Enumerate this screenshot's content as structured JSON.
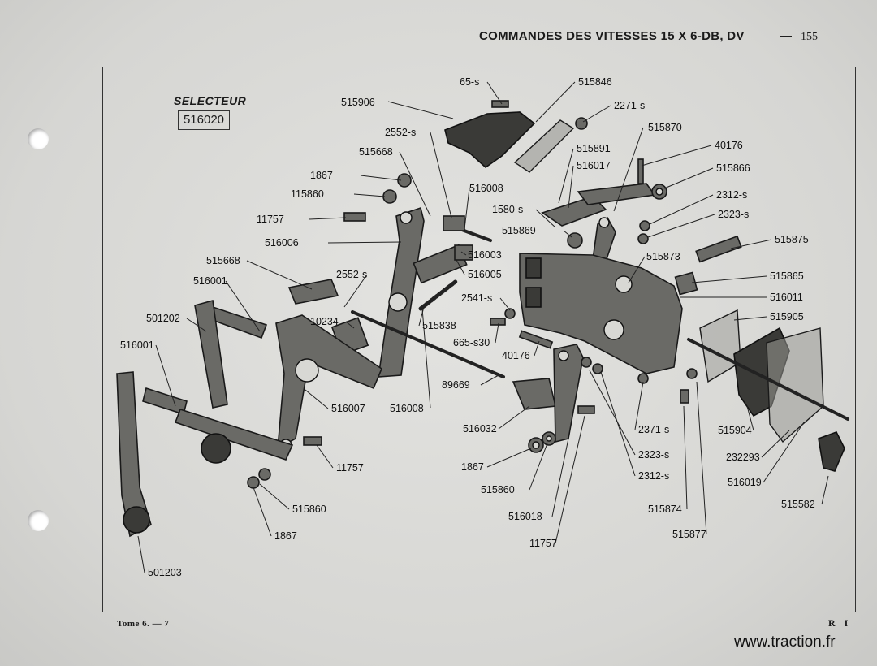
{
  "header": {
    "title": "COMMANDES DES VITESSES 15 X 6-DB, DV",
    "dash": "—",
    "page_number": "155"
  },
  "selector": {
    "title": "SELECTEUR",
    "part_number": "516020"
  },
  "footer": {
    "left": "Tome 6. — 7",
    "right": "R I"
  },
  "watermark": "www.traction.fr",
  "labels": [
    {
      "id": "l01",
      "text": "65-s"
    },
    {
      "id": "l02",
      "text": "515846"
    },
    {
      "id": "l03",
      "text": "515906"
    },
    {
      "id": "l04",
      "text": "2271-s"
    },
    {
      "id": "l05",
      "text": "2552-s"
    },
    {
      "id": "l06",
      "text": "515870"
    },
    {
      "id": "l07",
      "text": "515668"
    },
    {
      "id": "l08",
      "text": "515891"
    },
    {
      "id": "l09",
      "text": "516017"
    },
    {
      "id": "l10",
      "text": "40176"
    },
    {
      "id": "l11",
      "text": "515866"
    },
    {
      "id": "l12",
      "text": "1867"
    },
    {
      "id": "l13",
      "text": "115860"
    },
    {
      "id": "l14",
      "text": "516008"
    },
    {
      "id": "l15",
      "text": "2312-s"
    },
    {
      "id": "l16",
      "text": "1580-s"
    },
    {
      "id": "l17",
      "text": "2323-s"
    },
    {
      "id": "l18",
      "text": "11757"
    },
    {
      "id": "l19",
      "text": "515869"
    },
    {
      "id": "l20",
      "text": "516006"
    },
    {
      "id": "l21",
      "text": "516003"
    },
    {
      "id": "l22",
      "text": "515875"
    },
    {
      "id": "l23",
      "text": "516005"
    },
    {
      "id": "l24",
      "text": "515873"
    },
    {
      "id": "l25",
      "text": "515668"
    },
    {
      "id": "l26",
      "text": "2552-s"
    },
    {
      "id": "l27",
      "text": "515865"
    },
    {
      "id": "l28",
      "text": "516001"
    },
    {
      "id": "l29",
      "text": "516011"
    },
    {
      "id": "l30",
      "text": "2541-s"
    },
    {
      "id": "l31",
      "text": "501202"
    },
    {
      "id": "l32",
      "text": "10234"
    },
    {
      "id": "l33",
      "text": "515838"
    },
    {
      "id": "l34",
      "text": "515905"
    },
    {
      "id": "l35",
      "text": "665-s30"
    },
    {
      "id": "l36",
      "text": "516001"
    },
    {
      "id": "l37",
      "text": "40176"
    },
    {
      "id": "l38",
      "text": "89669"
    },
    {
      "id": "l39",
      "text": "516007"
    },
    {
      "id": "l40",
      "text": "516008"
    },
    {
      "id": "l41",
      "text": "2371-s"
    },
    {
      "id": "l42",
      "text": "515904"
    },
    {
      "id": "l43",
      "text": "516032"
    },
    {
      "id": "l44",
      "text": "2323-s"
    },
    {
      "id": "l45",
      "text": "232293"
    },
    {
      "id": "l46",
      "text": "11757"
    },
    {
      "id": "l47",
      "text": "1867"
    },
    {
      "id": "l48",
      "text": "2312-s"
    },
    {
      "id": "l49",
      "text": "516019"
    },
    {
      "id": "l50",
      "text": "515860"
    },
    {
      "id": "l51",
      "text": "515582"
    },
    {
      "id": "l52",
      "text": "515860"
    },
    {
      "id": "l53",
      "text": "516018"
    },
    {
      "id": "l54",
      "text": "515874"
    },
    {
      "id": "l55",
      "text": "515877"
    },
    {
      "id": "l56",
      "text": "1867"
    },
    {
      "id": "l57",
      "text": "11757"
    },
    {
      "id": "l58",
      "text": "501203"
    }
  ]
}
